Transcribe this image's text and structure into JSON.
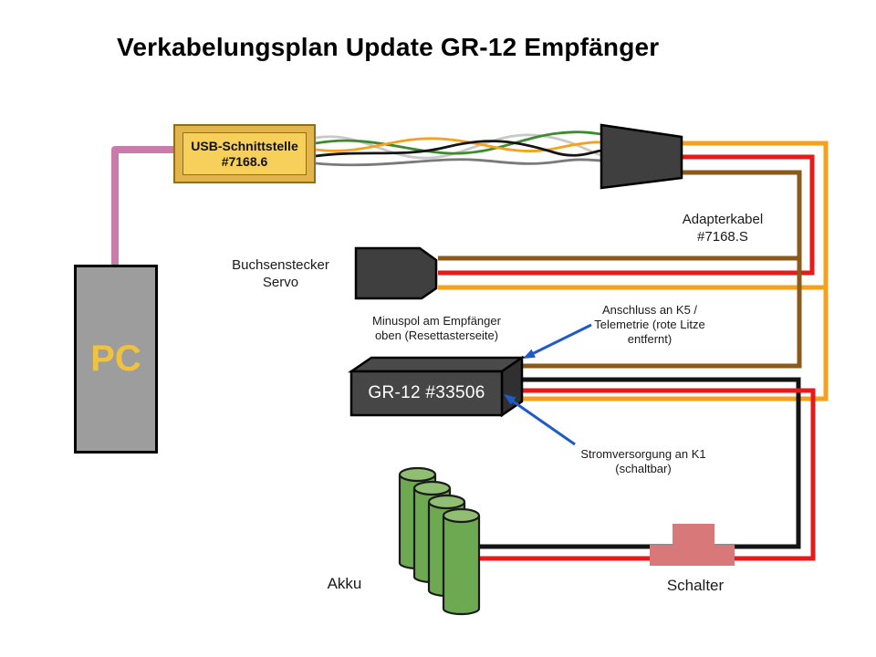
{
  "title": "Verkabelungsplan Update GR-12 Empfänger",
  "nodes": {
    "pc": {
      "label": "PC"
    },
    "usb_interface": {
      "name": "USB-Schnittstelle",
      "part_no": "#7168.6"
    },
    "adapter_cable": {
      "name": "Adapterkabel",
      "part_no": "#7168.S"
    },
    "servo_connector": {
      "line1": "Buchsenstecker",
      "line2": "Servo"
    },
    "receiver": {
      "label": "GR-12 #33506"
    },
    "battery": {
      "label": "Akku"
    },
    "switch": {
      "label": "Schalter"
    }
  },
  "annotations": {
    "minuspol": {
      "line1": "Minuspol am Empfänger",
      "line2": "oben (Resettasterseite)"
    },
    "k5": {
      "line1": "Anschluss an K5 /",
      "line2": "Telemetrie (rote Litze",
      "line3": "entfernt)"
    },
    "k1": {
      "line1": "Stromversorgung an K1",
      "line2": "(schaltbar)"
    }
  },
  "colors": {
    "usb_cable_purple": "#c97bab",
    "wire_orange": "#f5a11c",
    "wire_red": "#e51a1a",
    "wire_brown": "#8b5a1b",
    "wire_black": "#141414",
    "wire_green": "#3e8a2e",
    "wire_gray": "#7a7a7a",
    "wire_lightgray": "#c8c8c8",
    "connector_dark": "#3f3f3f",
    "usb_box_gold": "#f6d05a",
    "pc_gray": "#9d9d9d",
    "pc_text_gold": "#f0c240",
    "battery_green": "#6ca951",
    "switch_salmon": "#d97878",
    "arrow_blue": "#1e5bc6"
  }
}
